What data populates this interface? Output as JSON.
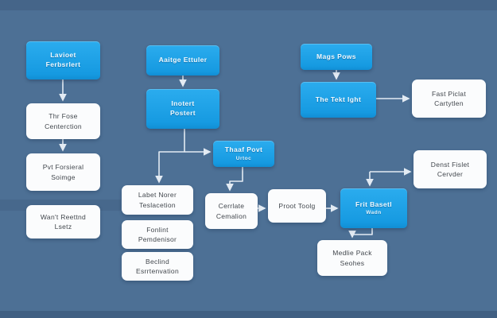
{
  "diagram": {
    "title": "flowchart",
    "background_color": "#4d7095",
    "node_blue_color": "#169ae1",
    "node_white_color": "#fbfcfd",
    "connector_color": "#e3ebf3",
    "nodes": [
      {
        "id": "a1",
        "style": "blue",
        "lines": [
          "Lavioet",
          "Ferbsrlert"
        ]
      },
      {
        "id": "a2",
        "style": "white",
        "lines": [
          "Thr Fose",
          "Centerction"
        ]
      },
      {
        "id": "a3",
        "style": "white",
        "lines": [
          "Pvt Forsieral",
          "Soimge"
        ]
      },
      {
        "id": "a4",
        "style": "white",
        "lines": [
          "Wan't Reettnd",
          "Lsetz"
        ]
      },
      {
        "id": "b1",
        "style": "blue",
        "lines": [
          "Aaitge Ettuler"
        ]
      },
      {
        "id": "b2",
        "style": "blue",
        "lines": [
          "Inotert",
          "Postert"
        ]
      },
      {
        "id": "b3",
        "style": "blue",
        "lines": [
          "Thaaf Povt"
        ],
        "subline": "Urtoc"
      },
      {
        "id": "c1",
        "style": "white",
        "lines": [
          "Labet Norer",
          "Teslacetion"
        ]
      },
      {
        "id": "c2",
        "style": "white",
        "lines": [
          "Fonlint",
          "Pemdenisor"
        ]
      },
      {
        "id": "c3",
        "style": "white",
        "lines": [
          "Beclind",
          "Esrrtenvation"
        ]
      },
      {
        "id": "d1",
        "style": "white",
        "lines": [
          "Cerrlate",
          "Cemalion"
        ]
      },
      {
        "id": "d2",
        "style": "white",
        "lines": [
          "Proot Toolg"
        ]
      },
      {
        "id": "d3",
        "style": "blue",
        "lines": [
          "Frit Basetl"
        ],
        "subline": "Wadn"
      },
      {
        "id": "e1",
        "style": "blue",
        "lines": [
          "Mags Pows"
        ]
      },
      {
        "id": "e2",
        "style": "blue",
        "lines": [
          "The Tekt Ight"
        ]
      },
      {
        "id": "e3",
        "style": "white",
        "lines": [
          "Fast Piclat",
          "Cartytlen"
        ]
      },
      {
        "id": "f1",
        "style": "white",
        "lines": [
          "Denst Fislet",
          "Cervder"
        ]
      },
      {
        "id": "g1",
        "style": "white",
        "lines": [
          "Medlie Pack",
          "Seohes"
        ]
      }
    ],
    "connections": [
      {
        "from": "a1",
        "to": "a2"
      },
      {
        "from": "a2",
        "to": "a3"
      },
      {
        "from": "b1",
        "to": "b2"
      },
      {
        "from": "b2",
        "to": "c1"
      },
      {
        "from": "b2",
        "to": "b3"
      },
      {
        "from": "b3",
        "to": "d1"
      },
      {
        "from": "d1",
        "to": "d2"
      },
      {
        "from": "d2",
        "to": "d3"
      },
      {
        "from": "e1",
        "to": "e2"
      },
      {
        "from": "e2",
        "to": "e3"
      },
      {
        "from": "elbow",
        "to": "d3"
      },
      {
        "from": "elbow",
        "to": "f1"
      },
      {
        "from": "d3",
        "to": "g1"
      }
    ]
  }
}
